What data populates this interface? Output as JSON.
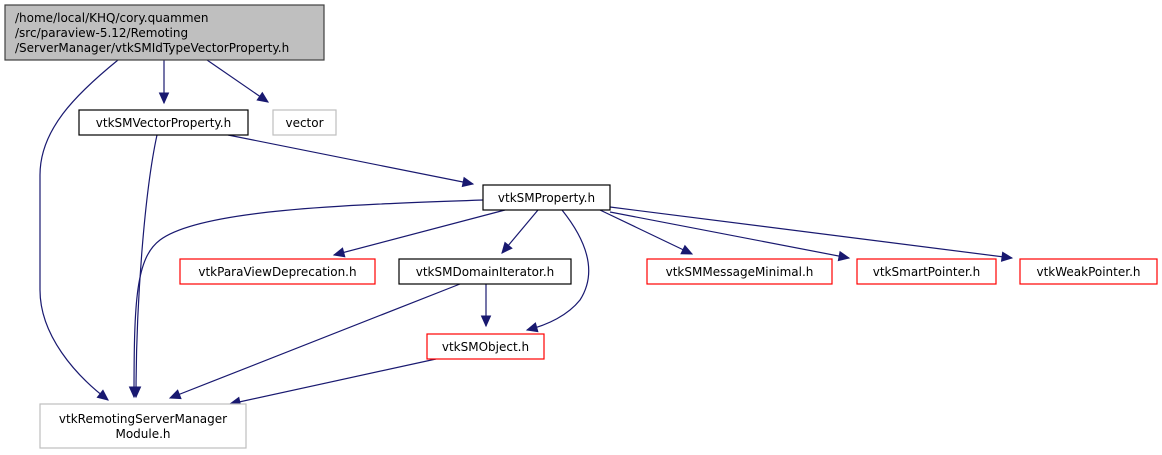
{
  "diagram": {
    "type": "include-dependency-graph",
    "edge_color": "#191970",
    "nodes": [
      {
        "id": "root",
        "lines": [
          "/home/local/KHQ/cory.quammen",
          "/src/paraview-5.12/Remoting",
          "/ServerManager/vtkSMIdTypeVectorProperty.h"
        ],
        "style": "root",
        "fill": "#bfbfbf",
        "stroke": "#404040"
      },
      {
        "id": "vecprop",
        "lines": [
          "vtkSMVectorProperty.h"
        ],
        "style": "documented",
        "fill": "#ffffff",
        "stroke": "#000000"
      },
      {
        "id": "vector",
        "lines": [
          "vector"
        ],
        "style": "external",
        "fill": "#ffffff",
        "stroke": "#bfbfbf"
      },
      {
        "id": "prop",
        "lines": [
          "vtkSMProperty.h"
        ],
        "style": "documented",
        "fill": "#ffffff",
        "stroke": "#000000"
      },
      {
        "id": "depr",
        "lines": [
          "vtkParaViewDeprecation.h"
        ],
        "style": "truncated",
        "fill": "#ffffff",
        "stroke": "#ff0000"
      },
      {
        "id": "domit",
        "lines": [
          "vtkSMDomainIterator.h"
        ],
        "style": "documented",
        "fill": "#ffffff",
        "stroke": "#000000"
      },
      {
        "id": "msg",
        "lines": [
          "vtkSMMessageMinimal.h"
        ],
        "style": "truncated",
        "fill": "#ffffff",
        "stroke": "#ff0000"
      },
      {
        "id": "smart",
        "lines": [
          "vtkSmartPointer.h"
        ],
        "style": "truncated",
        "fill": "#ffffff",
        "stroke": "#ff0000"
      },
      {
        "id": "weak",
        "lines": [
          "vtkWeakPointer.h"
        ],
        "style": "truncated",
        "fill": "#ffffff",
        "stroke": "#ff0000"
      },
      {
        "id": "obj",
        "lines": [
          "vtkSMObject.h"
        ],
        "style": "truncated",
        "fill": "#ffffff",
        "stroke": "#ff0000"
      },
      {
        "id": "module",
        "lines": [
          "vtkRemotingServerManager",
          "Module.h"
        ],
        "style": "external",
        "fill": "#ffffff",
        "stroke": "#bfbfbf"
      }
    ],
    "edges": [
      {
        "from": "root",
        "to": "module"
      },
      {
        "from": "root",
        "to": "vecprop"
      },
      {
        "from": "root",
        "to": "vector"
      },
      {
        "from": "vecprop",
        "to": "module"
      },
      {
        "from": "vecprop",
        "to": "prop"
      },
      {
        "from": "prop",
        "to": "module"
      },
      {
        "from": "prop",
        "to": "depr"
      },
      {
        "from": "prop",
        "to": "domit"
      },
      {
        "from": "prop",
        "to": "obj"
      },
      {
        "from": "prop",
        "to": "msg"
      },
      {
        "from": "prop",
        "to": "smart"
      },
      {
        "from": "prop",
        "to": "weak"
      },
      {
        "from": "domit",
        "to": "module"
      },
      {
        "from": "domit",
        "to": "obj"
      },
      {
        "from": "obj",
        "to": "module"
      }
    ]
  }
}
